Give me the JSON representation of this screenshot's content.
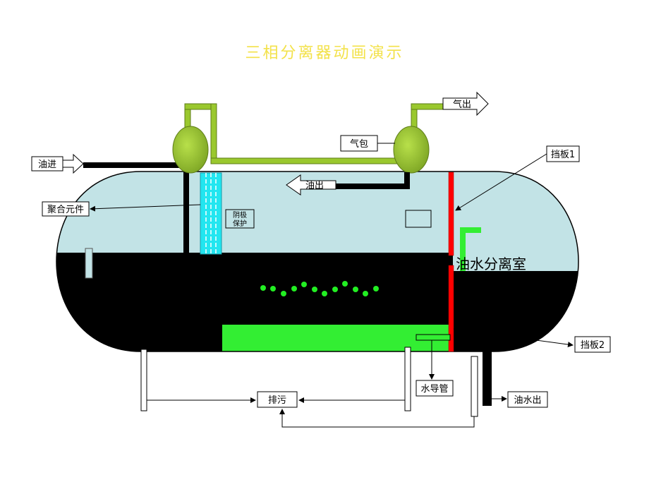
{
  "title": "三相分离器动画演示",
  "labels": {
    "oil_in": "油进",
    "gas_out": "气出",
    "gas_drum": "气包",
    "baffle_1": "挡板1",
    "oil_out": "油出",
    "coalescer": "聚合元件",
    "anode_line1": "阴极",
    "anode_line2": "保护",
    "oil_water_chamber": "油水分离室",
    "baffle_2": "挡板2",
    "water_pipe": "水导管",
    "drain": "排污",
    "oil_water_out": "油水出"
  },
  "colors": {
    "title": "#f3e24a",
    "gas_space": "#c2e3e6",
    "liquid": "#000000",
    "water_layer": "#33ee33",
    "pipe_green": "#9ac82e",
    "coalescer": "#22e6f0",
    "baffle": "#ff0000",
    "droplet": "#22ee22"
  }
}
